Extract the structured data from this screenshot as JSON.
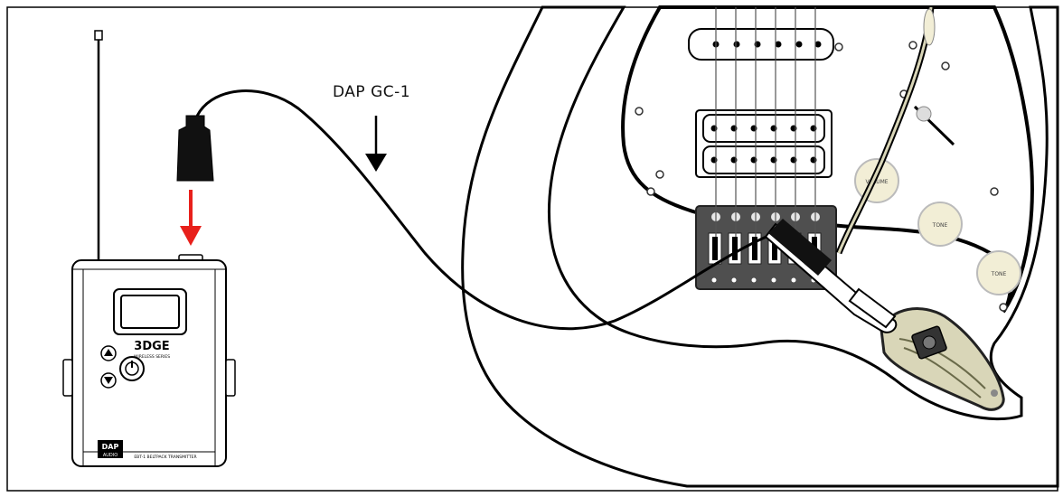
{
  "cable_label": "DAP GC-1",
  "transmitter": {
    "brand_logo": "3DGE",
    "brand_sub": "WIRELESS SERIES",
    "maker_logo_top": "DAP",
    "maker_logo_bottom": "AUDIO",
    "model_text": "EBT-1 BELTPACK TRANSMITTER"
  },
  "guitar": {
    "knob_volume": "VOLUME",
    "knob_tone_1": "TONE",
    "knob_tone_2": "TONE"
  },
  "colors": {
    "arrow_red": "#e8201b",
    "jack_plate": "#d9d6b8",
    "knob_cream": "#f2eed6",
    "bridge": "#555555"
  }
}
